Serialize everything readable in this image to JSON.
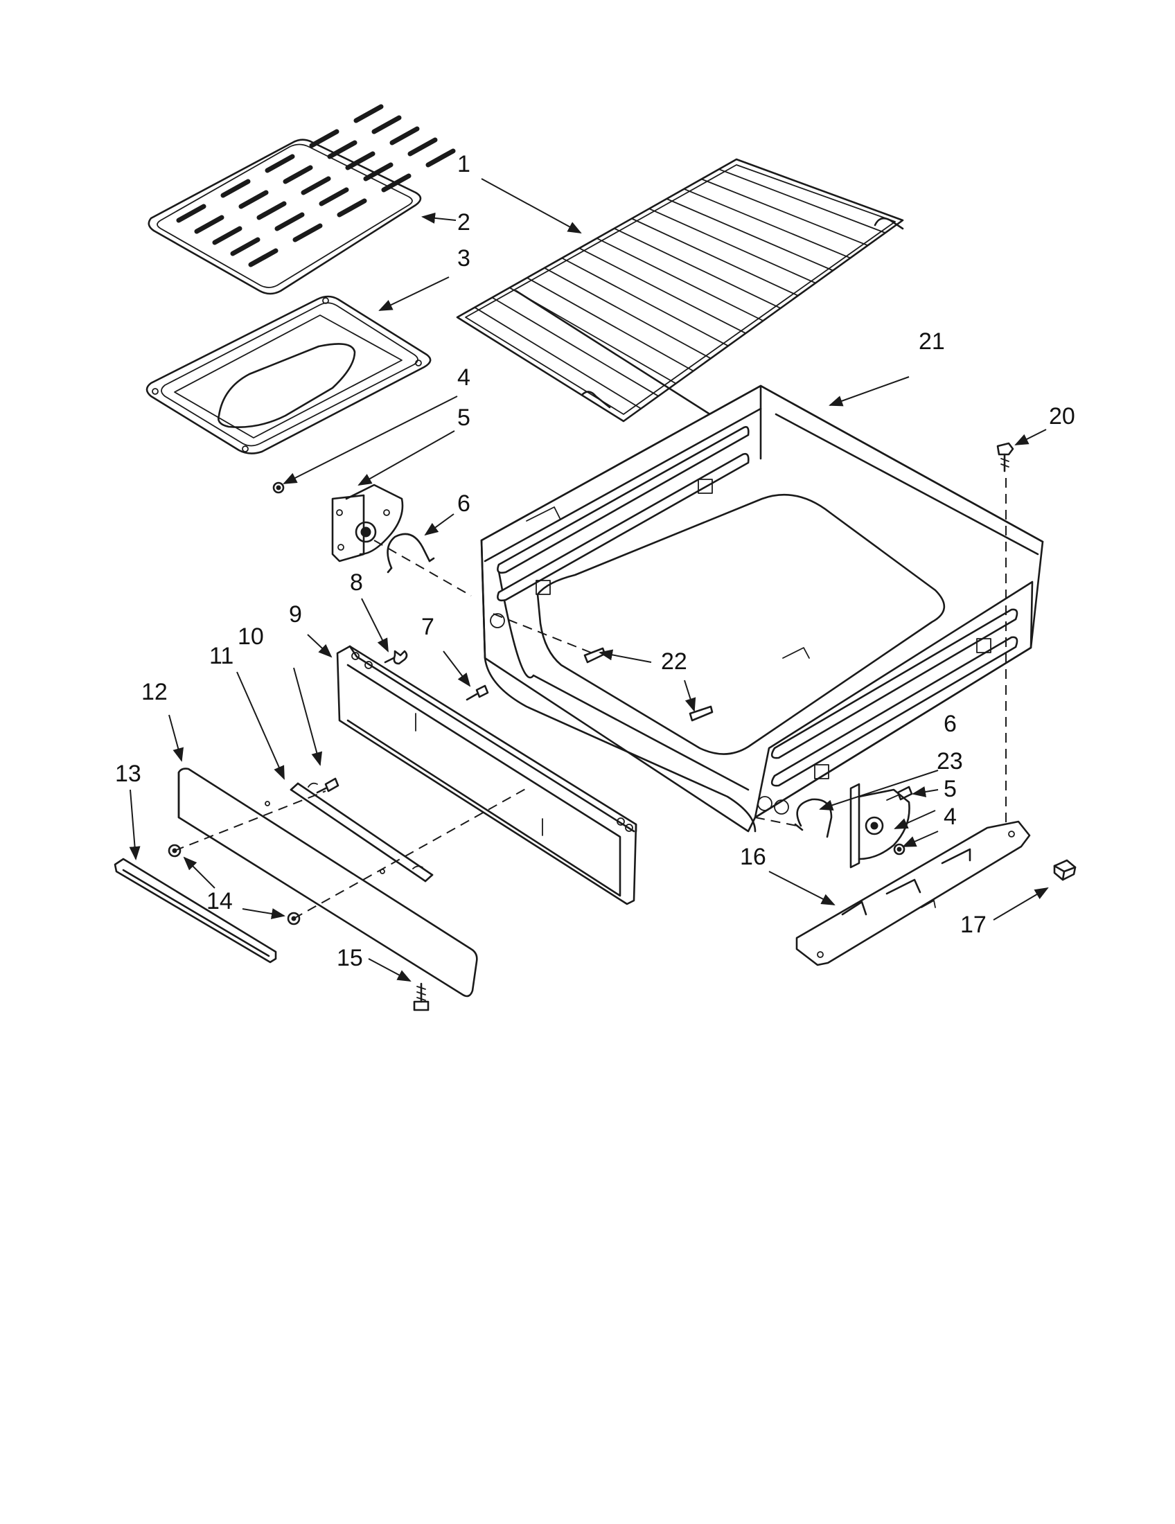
{
  "callouts": [
    {
      "id": "c1",
      "label": "1"
    },
    {
      "id": "c2",
      "label": "2"
    },
    {
      "id": "c3",
      "label": "3"
    },
    {
      "id": "c4a",
      "label": "4"
    },
    {
      "id": "c5a",
      "label": "5"
    },
    {
      "id": "c6a",
      "label": "6"
    },
    {
      "id": "c7",
      "label": "7"
    },
    {
      "id": "c8",
      "label": "8"
    },
    {
      "id": "c9",
      "label": "9"
    },
    {
      "id": "c10",
      "label": "10"
    },
    {
      "id": "c11",
      "label": "11"
    },
    {
      "id": "c12",
      "label": "12"
    },
    {
      "id": "c13",
      "label": "13"
    },
    {
      "id": "c14",
      "label": "14"
    },
    {
      "id": "c15",
      "label": "15"
    },
    {
      "id": "c16",
      "label": "16"
    },
    {
      "id": "c17",
      "label": "17"
    },
    {
      "id": "c20",
      "label": "20"
    },
    {
      "id": "c21",
      "label": "21"
    },
    {
      "id": "c22",
      "label": "22"
    },
    {
      "id": "c6b",
      "label": "6"
    },
    {
      "id": "c23",
      "label": "23"
    },
    {
      "id": "c5b",
      "label": "5"
    },
    {
      "id": "c4b",
      "label": "4"
    }
  ]
}
